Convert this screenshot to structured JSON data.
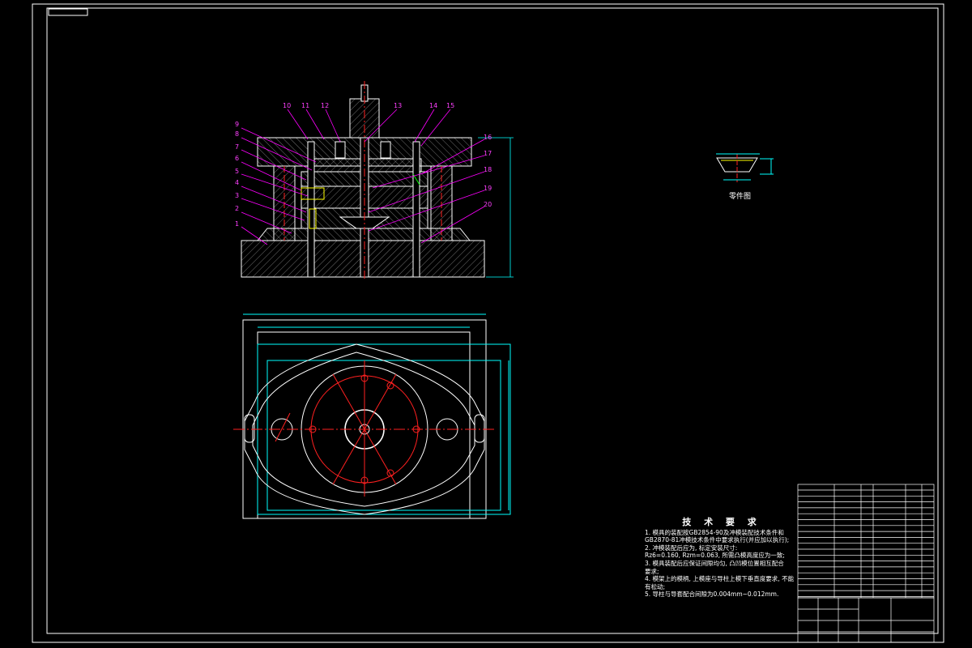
{
  "part_drawing": {
    "label": "零件图"
  },
  "tech_requirements": {
    "title": "技 术 要 求",
    "lines": [
      "1. 模具的装配按GB2854-90及冲模装配技术条件和",
      "GB2870-81冲模技术条件中要求执行(并应加以执行);",
      "2. 冲模装配后应为, 标定安装尺寸:",
      "Rz6=0.160, Rzm=0.063, 所需凸模高度应为一致;",
      "3. 模具装配后应保证间隙均匀, 凸凹模位置相互配合",
      "要求;",
      "4. 模架上的模柄, 上模座与导柱上模下垂直度要求, 不能",
      "有松动;",
      "5. 导柱与导套配合间隙为0.004mm~0.012mm."
    ]
  },
  "part_numbers": {
    "top": [
      "10",
      "11",
      "12",
      "13",
      "14",
      "15"
    ],
    "left": [
      "9",
      "8",
      "7",
      "6",
      "5",
      "4",
      "3",
      "2",
      "1"
    ],
    "right": [
      "16",
      "17",
      "18",
      "19",
      "20"
    ]
  },
  "drawing_colors": {
    "outline": "#ffffff",
    "leader": "#ff00ff",
    "centerline": "#ff2020",
    "dimension": "#00ffff",
    "section_line": "#ffff00"
  }
}
